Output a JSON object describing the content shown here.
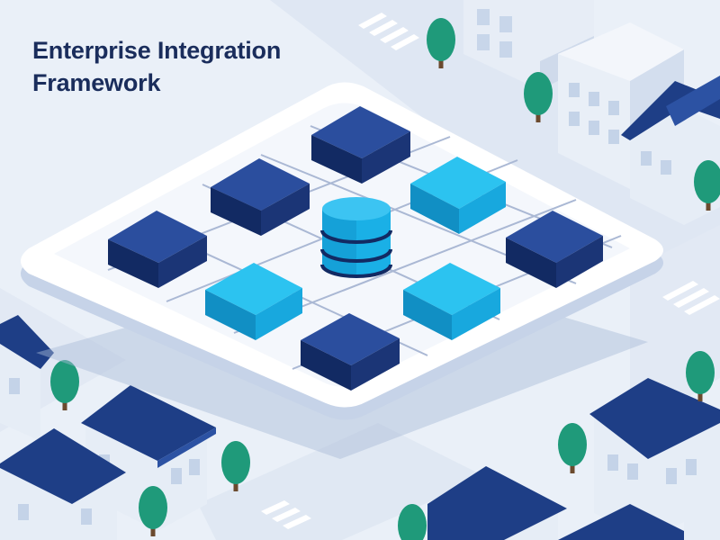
{
  "title": {
    "line1": "Enterprise Integration",
    "line2": "Framework"
  },
  "colors": {
    "background": "#eaf0f8",
    "title_text": "#1a2d5c",
    "navy": "#1b3576",
    "cyan": "#1ab0e6",
    "tree": "#1f9a7a",
    "building_wall": "#e4ebf5",
    "building_roof": "#1e3e86"
  },
  "illustration": {
    "subject": "integration-platform",
    "central_node": "database-icon",
    "node_colors": [
      "navy",
      "navy",
      "navy",
      "navy",
      "navy",
      "cyan",
      "cyan",
      "cyan"
    ]
  }
}
